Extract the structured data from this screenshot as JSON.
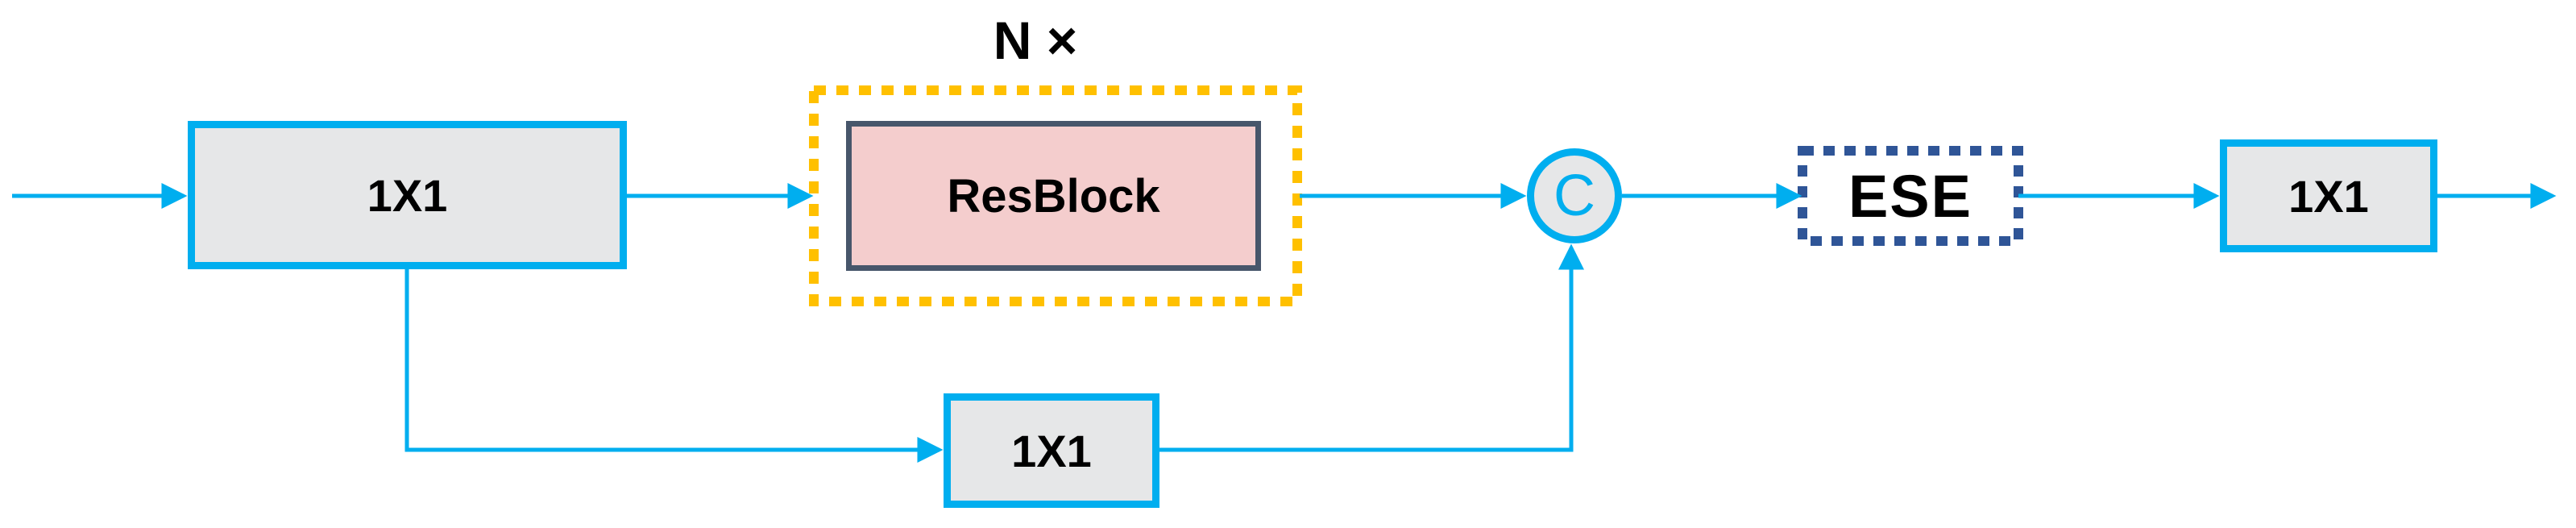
{
  "diagram": {
    "repeat_label": "N ×",
    "nodes": {
      "conv_in": {
        "label": "1X1",
        "shape": "rect"
      },
      "resblock": {
        "label": "ResBlock",
        "shape": "rect",
        "container": "dashed-repeat-box"
      },
      "concat": {
        "label": "C",
        "shape": "circle"
      },
      "ese": {
        "label": "ESE",
        "shape": "dashed-rect"
      },
      "conv_out": {
        "label": "1X1",
        "shape": "rect"
      },
      "conv_shortcut": {
        "label": "1X1",
        "shape": "rect"
      }
    },
    "edges": [
      "input → conv_in",
      "conv_in → resblock",
      "resblock → concat",
      "conv_in → conv_shortcut",
      "conv_shortcut → concat",
      "concat → ese",
      "ese → conv_out",
      "conv_out → output"
    ]
  },
  "colors": {
    "line": "#00AEEF",
    "box-fill": "#E6E7E8",
    "resblock-fill": "#F4CDCD",
    "resblock-border": "#47566B",
    "repeat-border": "#FFC000",
    "ese-border": "#2F5597",
    "text": "#000000"
  }
}
